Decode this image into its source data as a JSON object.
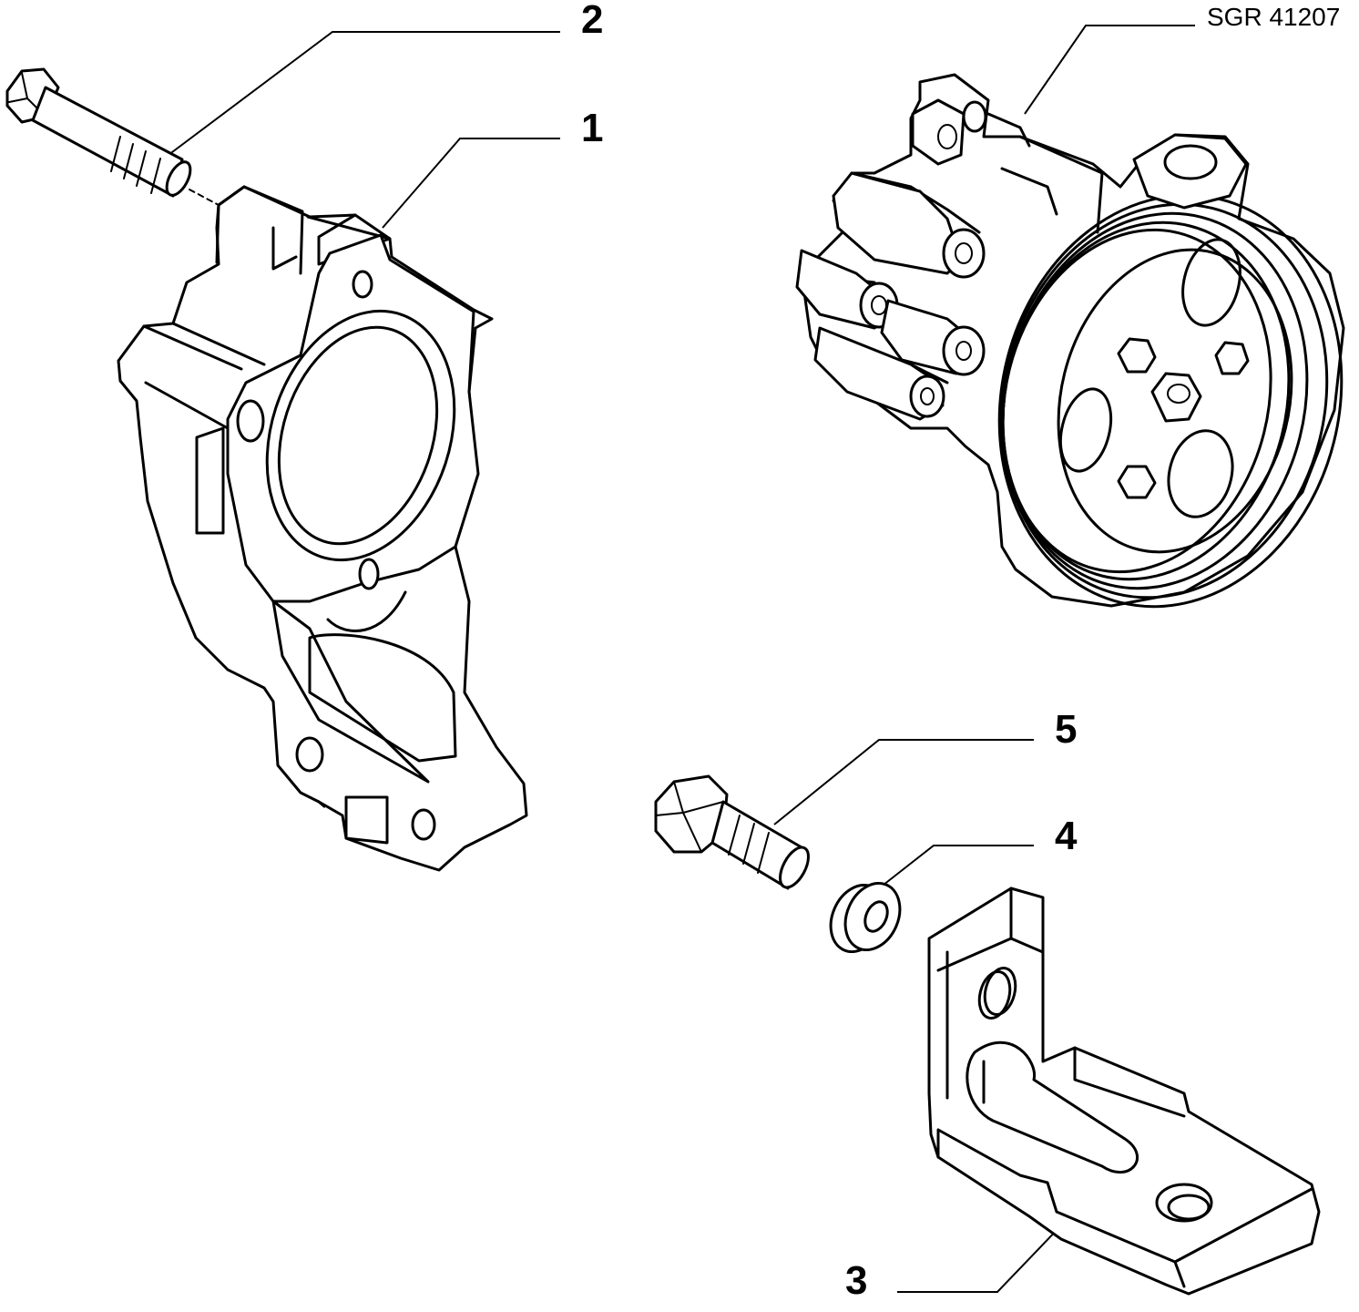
{
  "drawing_ref": "SGR 41207",
  "callouts": [
    {
      "id": "1",
      "label": "1"
    },
    {
      "id": "2",
      "label": "2"
    },
    {
      "id": "3",
      "label": "3"
    },
    {
      "id": "4",
      "label": "4"
    },
    {
      "id": "5",
      "label": "5"
    }
  ]
}
